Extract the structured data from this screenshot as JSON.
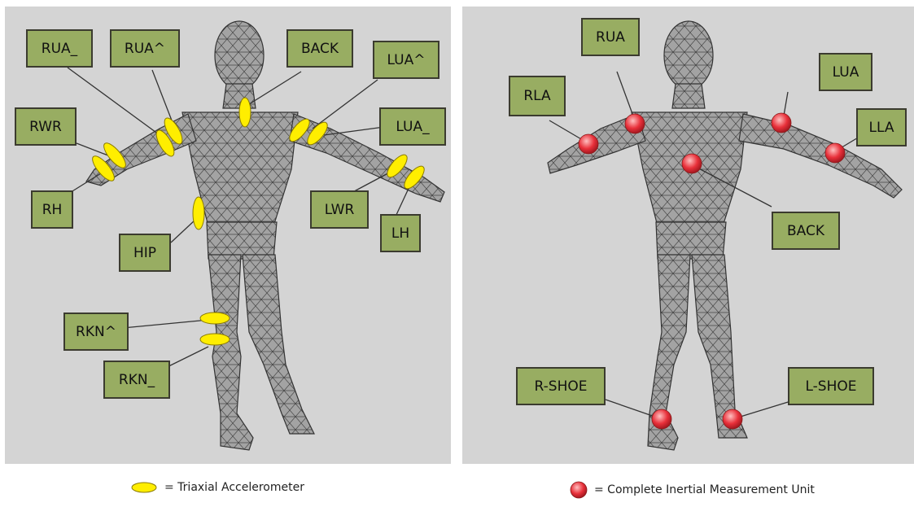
{
  "left_panel": {
    "labels": {
      "rua_low": "RUA_",
      "rua_up": "RUA^",
      "back": "BACK",
      "lua_up": "LUA^",
      "lua_low": "LUA_",
      "rwr": "RWR",
      "rh": "RH",
      "hip": "HIP",
      "lwr": "LWR",
      "lh": "LH",
      "rkn_up": "RKN^",
      "rkn_low": "RKN_"
    },
    "sensor_color": "#ffee00"
  },
  "right_panel": {
    "labels": {
      "rua": "RUA",
      "lua": "LUA",
      "rla": "RLA",
      "lla": "LLA",
      "back": "BACK",
      "rshoe": "R-SHOE",
      "lshoe": "L-SHOE"
    },
    "sensor_color": "#e8303a"
  },
  "legend": {
    "accelerometer": "= Triaxial Accelerometer",
    "imu": "= Complete Inertial Measurement Unit"
  },
  "colors": {
    "panel_bg": "#d4d4d4",
    "label_bg": "#98ad62",
    "figure": "#8e8e8e"
  }
}
